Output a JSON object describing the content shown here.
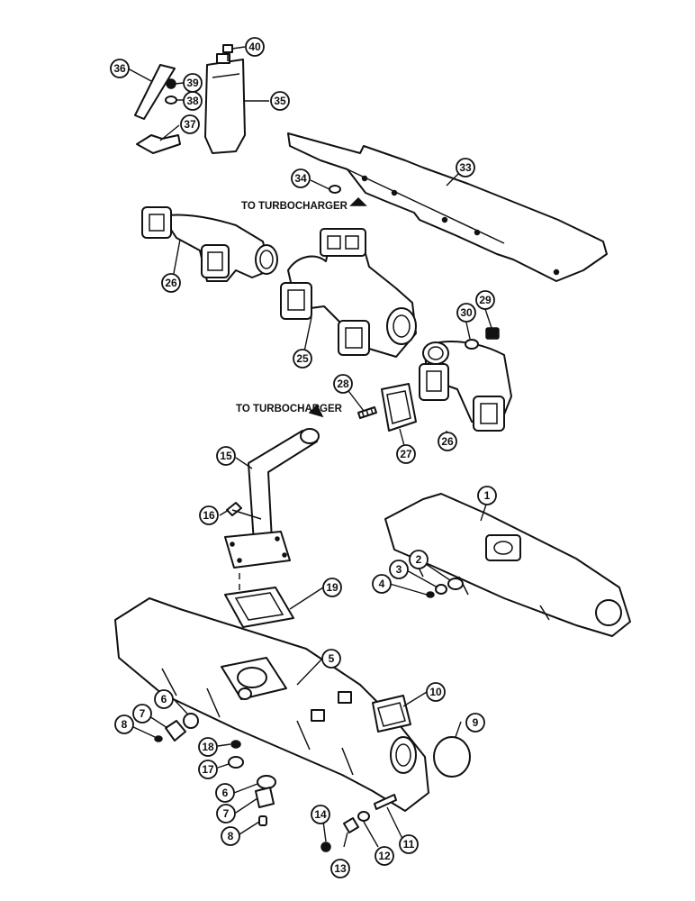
{
  "notes": {
    "upper": "TO TURBOCHARGER",
    "lower": "TO TURBOCHARGER"
  },
  "callouts": {
    "c40": "40",
    "c36": "36",
    "c39": "39",
    "c38": "38",
    "c35": "35",
    "c37": "37",
    "c34": "34",
    "c33": "33",
    "c26a": "26",
    "c25": "25",
    "c30": "30",
    "c29": "29",
    "c28": "28",
    "c27": "27",
    "c26b": "26",
    "c15": "15",
    "c16": "16",
    "c1": "1",
    "c2": "2",
    "c3": "3",
    "c4": "4",
    "c19": "19",
    "c5": "5",
    "c10": "10",
    "c9": "9",
    "c6a": "6",
    "c7a": "7",
    "c8a": "8",
    "c18": "18",
    "c17": "17",
    "c6b": "6",
    "c7b": "7",
    "c8b": "8",
    "c14": "14",
    "c13": "13",
    "c12": "12",
    "c11": "11"
  }
}
